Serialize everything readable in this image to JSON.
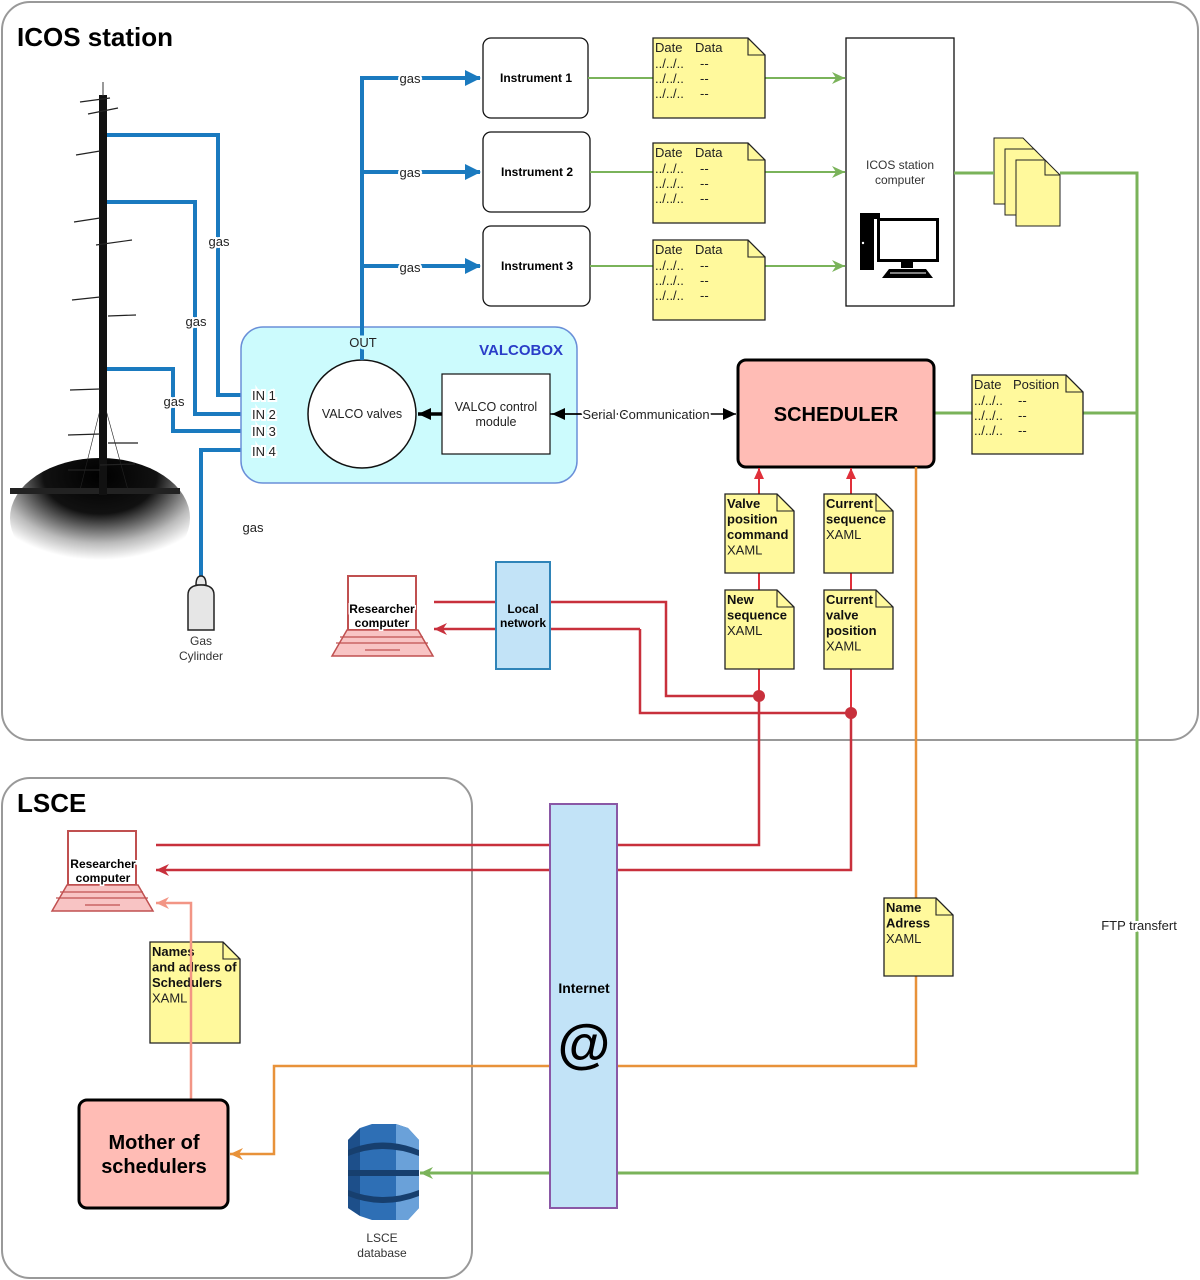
{
  "panels": {
    "icos": {
      "title": "ICOS station"
    },
    "lsce": {
      "title": "LSCE"
    }
  },
  "colors": {
    "gas": "#1a7abf",
    "data": "#7ab35a",
    "network": "#c8303c",
    "name_address": "#e8923a",
    "scheduler_fill": "#ffbcb5",
    "note_fill": "#fff99c",
    "valcobox_fill": "#ccfbfd",
    "valcobox_title": "#2a3dc8",
    "internet_fill": "#c2e3f7",
    "internet_border": "#8a58a6",
    "local_network_fill": "#c2e3f7",
    "local_network_border": "#2f84b8"
  },
  "tower": {
    "gas_labels": [
      "gas",
      "gas",
      "gas"
    ]
  },
  "gas_cylinder": {
    "label_line1": "Gas",
    "label_line2": "Cylinder",
    "pipe_label": "gas"
  },
  "valcobox": {
    "title": "VALCOBOX",
    "out_label": "OUT",
    "inputs": [
      "IN 1",
      "IN 2",
      "IN 3",
      "IN 4"
    ],
    "valves_label": "VALCO valves",
    "control_line1": "VALCO control",
    "control_line2": "module"
  },
  "instruments": [
    {
      "label": "Instrument 1",
      "gas_label": "gas"
    },
    {
      "label": "Instrument 2",
      "gas_label": "gas"
    },
    {
      "label": "Instrument 3",
      "gas_label": "gas"
    }
  ],
  "data_notes": [
    {
      "header": [
        "Date",
        "Data"
      ],
      "rows": [
        [
          "../../..",
          "--"
        ],
        [
          "../../..",
          "--"
        ],
        [
          "../../..",
          "--"
        ]
      ]
    },
    {
      "header": [
        "Date",
        "Data"
      ],
      "rows": [
        [
          "../../..",
          "--"
        ],
        [
          "../../..",
          "--"
        ],
        [
          "../../..",
          "--"
        ]
      ]
    },
    {
      "header": [
        "Date",
        "Data"
      ],
      "rows": [
        [
          "../../..",
          "--"
        ],
        [
          "../../..",
          "--"
        ],
        [
          "../../..",
          "--"
        ]
      ]
    }
  ],
  "station_computer": {
    "line1": "ICOS station",
    "line2": "computer"
  },
  "serial_label": "Serial Communication",
  "scheduler": {
    "label": "SCHEDULER"
  },
  "position_note": {
    "header": [
      "Date",
      "Position"
    ],
    "rows": [
      [
        "../../..",
        "--"
      ],
      [
        "../../..",
        "--"
      ],
      [
        "../../..",
        "--"
      ]
    ]
  },
  "xaml_notes": {
    "valve_command": {
      "bold": [
        "Valve",
        "position",
        "command"
      ],
      "format": "XAML"
    },
    "current_sequence": {
      "bold": [
        "Current",
        "sequence"
      ],
      "format": "XAML"
    },
    "new_sequence": {
      "bold": [
        "New",
        "sequence"
      ],
      "format": "XAML"
    },
    "current_valve_position": {
      "bold": [
        "Current",
        "valve",
        "position"
      ],
      "format": "XAML"
    },
    "name_address": {
      "bold": [
        "Name",
        "Adress"
      ],
      "format": "XAML"
    },
    "schedulers_list": {
      "bold": [
        "Names",
        "and adress of",
        "Schedulers"
      ],
      "format": "XAML"
    }
  },
  "local_researcher": {
    "line1": "Researcher",
    "line2": "computer"
  },
  "local_network": {
    "line1": "Local",
    "line2": "network"
  },
  "internet": {
    "label": "Internet",
    "symbol": "@"
  },
  "ftp_label": "FTP transfert",
  "lsce_researcher": {
    "line1": "Researcher",
    "line2": "computer"
  },
  "mother": {
    "line1": "Mother of",
    "line2": "schedulers"
  },
  "database": {
    "line1": "LSCE",
    "line2": "database"
  }
}
